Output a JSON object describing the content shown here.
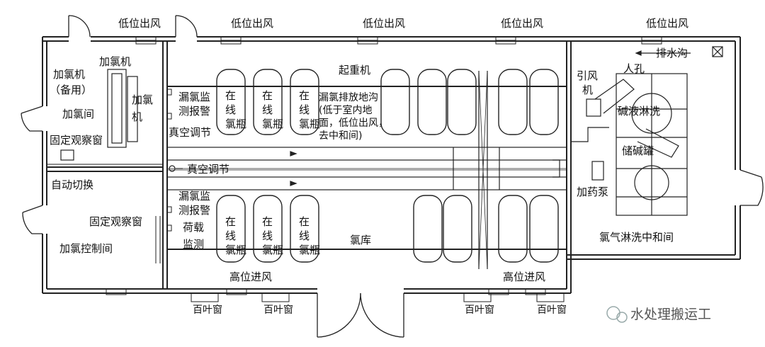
{
  "labels": {
    "exhaust": "低位出风",
    "chlorinator": "加氯机",
    "standby": "（备用）",
    "chlorinator_v1": "加氯",
    "chlorinator_v2": "机",
    "chlorination_room": "加氯间",
    "fixed_window": "固定观察窗",
    "auto_switch": "自动切换",
    "control_room": "加氯控制间",
    "leak_alarm_1": "漏氯监",
    "leak_alarm_2": "测报警",
    "vacuum": "真空调节",
    "load": "荷载",
    "monitor": "监测",
    "crane": "起重机",
    "trench_1": "漏氯排放地沟",
    "trench_2": "(低于室内地",
    "trench_3": "面，低位出风，",
    "trench_4": "去中和间)",
    "storage": "氯库",
    "intake": "高位进风",
    "louver": "百叶窗",
    "drain": "排水沟",
    "fan_1": "引风",
    "fan_2": "机",
    "manhole": "人孔",
    "alkali_shower": "碱液淋洗",
    "alkali_tank": "储碱罐",
    "dosing_pump": "加药泵",
    "scrubber_room": "氯气淋洗中和间",
    "cyl_v1": "在",
    "cyl_v2": "线",
    "cyl_v3": "氯瓶"
  },
  "watermark": "水处理搬运工"
}
